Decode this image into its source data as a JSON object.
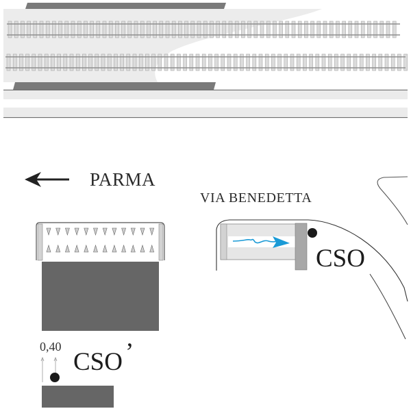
{
  "diagram": {
    "title": "Railway and street plan with CSO locations",
    "colors": {
      "platform": "#7a7a7a",
      "track_area": "#ececec",
      "sleeper": "#d9d9d9",
      "rail": "#8e8e8e",
      "road_band": "#ebebeb",
      "road_line": "#6e6e6e",
      "block_dark": "#666666",
      "pipe_fill": "#e6e6e6",
      "manhole": "#1a1a1a",
      "flow_arrow": "#1a9ad6",
      "text": "#2a2a2a"
    },
    "labels": {
      "direction": "PARMA",
      "street": "VIA BENEDETTA",
      "cso_main": "CSO",
      "cso_secondary": "CSO",
      "cso_secondary_prime": "’",
      "dimension": "0,40"
    },
    "icons": {
      "direction_arrow": "arrow-left-icon",
      "flow_arrow": "flow-arrow-icon",
      "manhole": "manhole-dot-icon"
    },
    "tracks": [
      {
        "name": "track-1"
      },
      {
        "name": "track-2"
      }
    ]
  }
}
